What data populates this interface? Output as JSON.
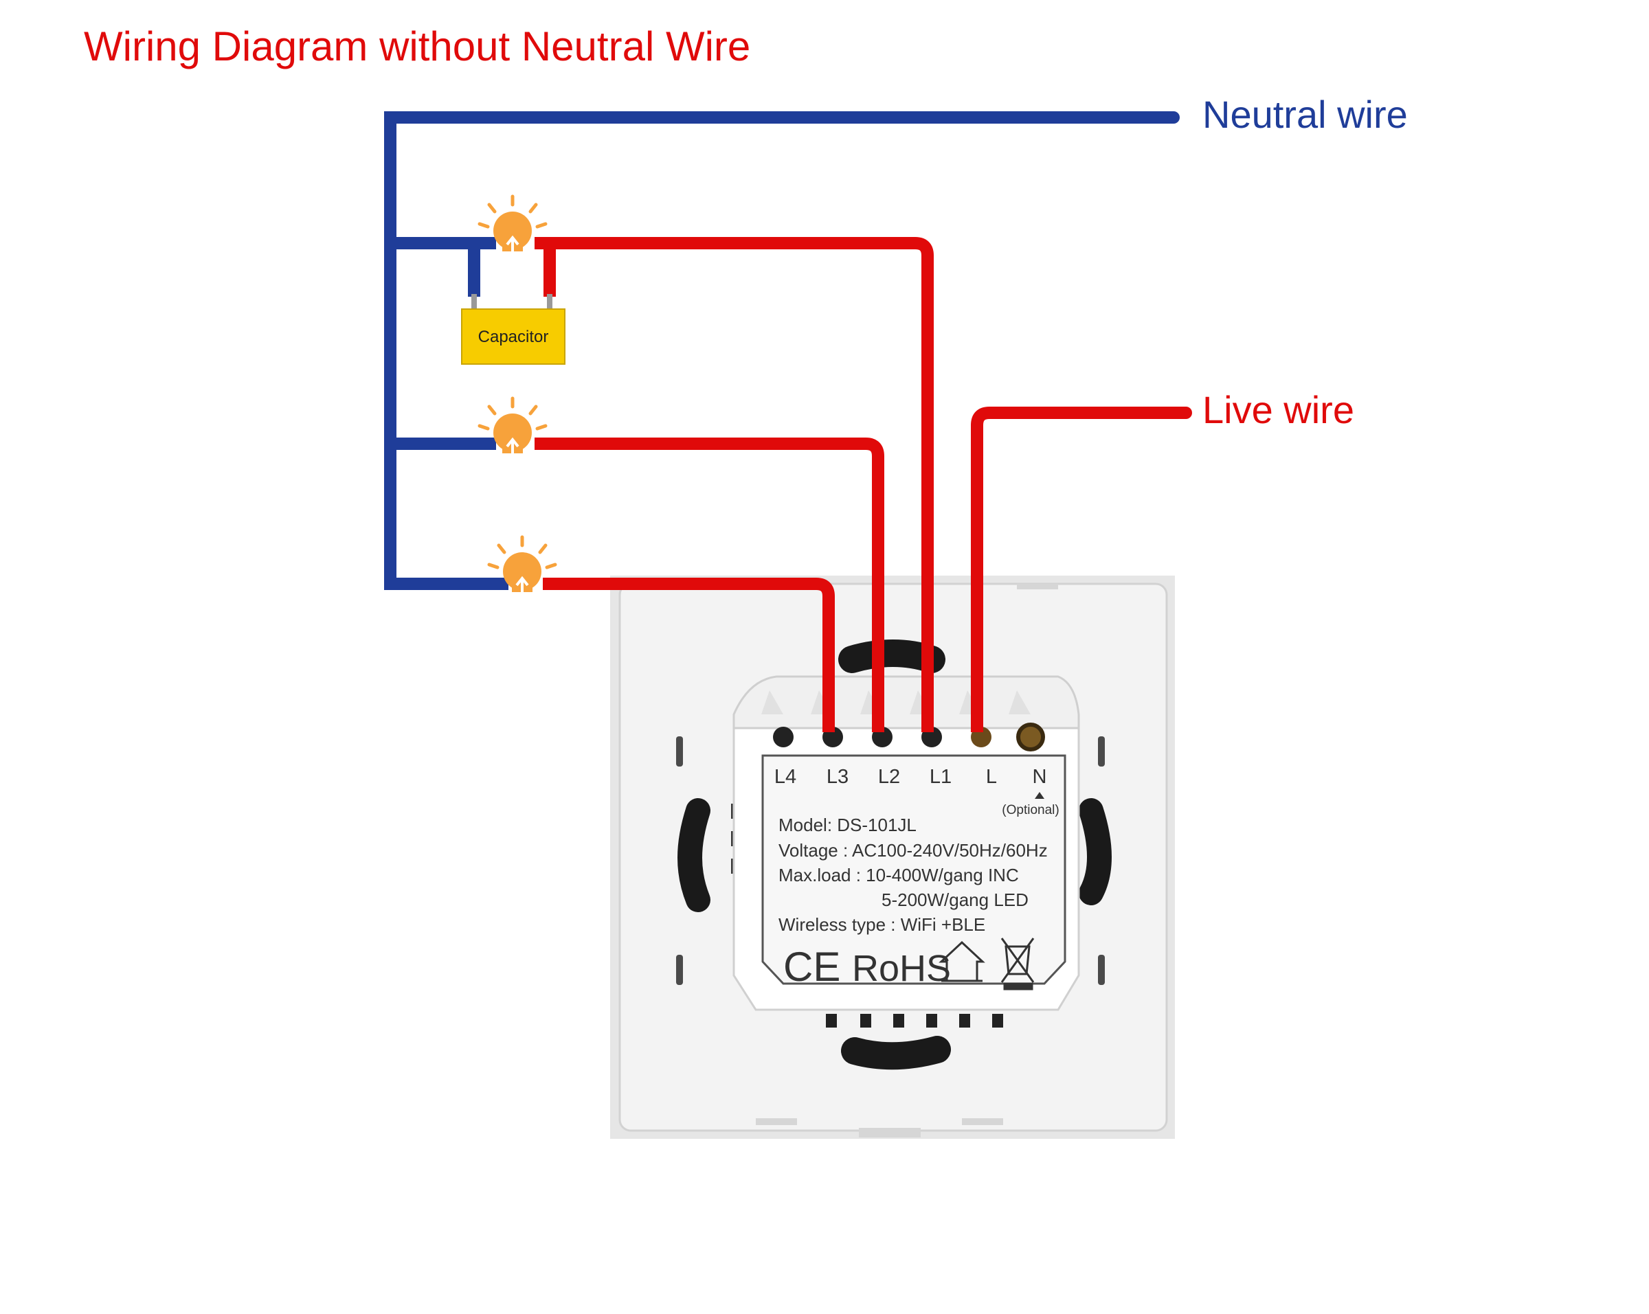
{
  "title": "Wiring Diagram without Neutral Wire",
  "labels": {
    "neutral": "Neutral wire",
    "live": "Live wire"
  },
  "capacitor": "Capacitor",
  "terminals": [
    "L4",
    "L3",
    "L2",
    "L1",
    "L",
    "N"
  ],
  "optional_note": "(Optional)",
  "specs": {
    "model": "Model: DS-101JL",
    "voltage": "Voltage : AC100-240V/50Hz/60Hz",
    "maxload": "Max.load : 10-400W/gang INC",
    "maxload_led": "5-200W/gang LED",
    "wireless": "Wireless type : WiFi +BLE"
  },
  "marks": {
    "ce": "CE",
    "rohs": "RoHS"
  },
  "colors": {
    "title": "#e00a0a",
    "neutral": "#1f3d99",
    "live": "#e00a0a",
    "bulb": "#f7a23b",
    "capacitor": "#f7cc00"
  }
}
